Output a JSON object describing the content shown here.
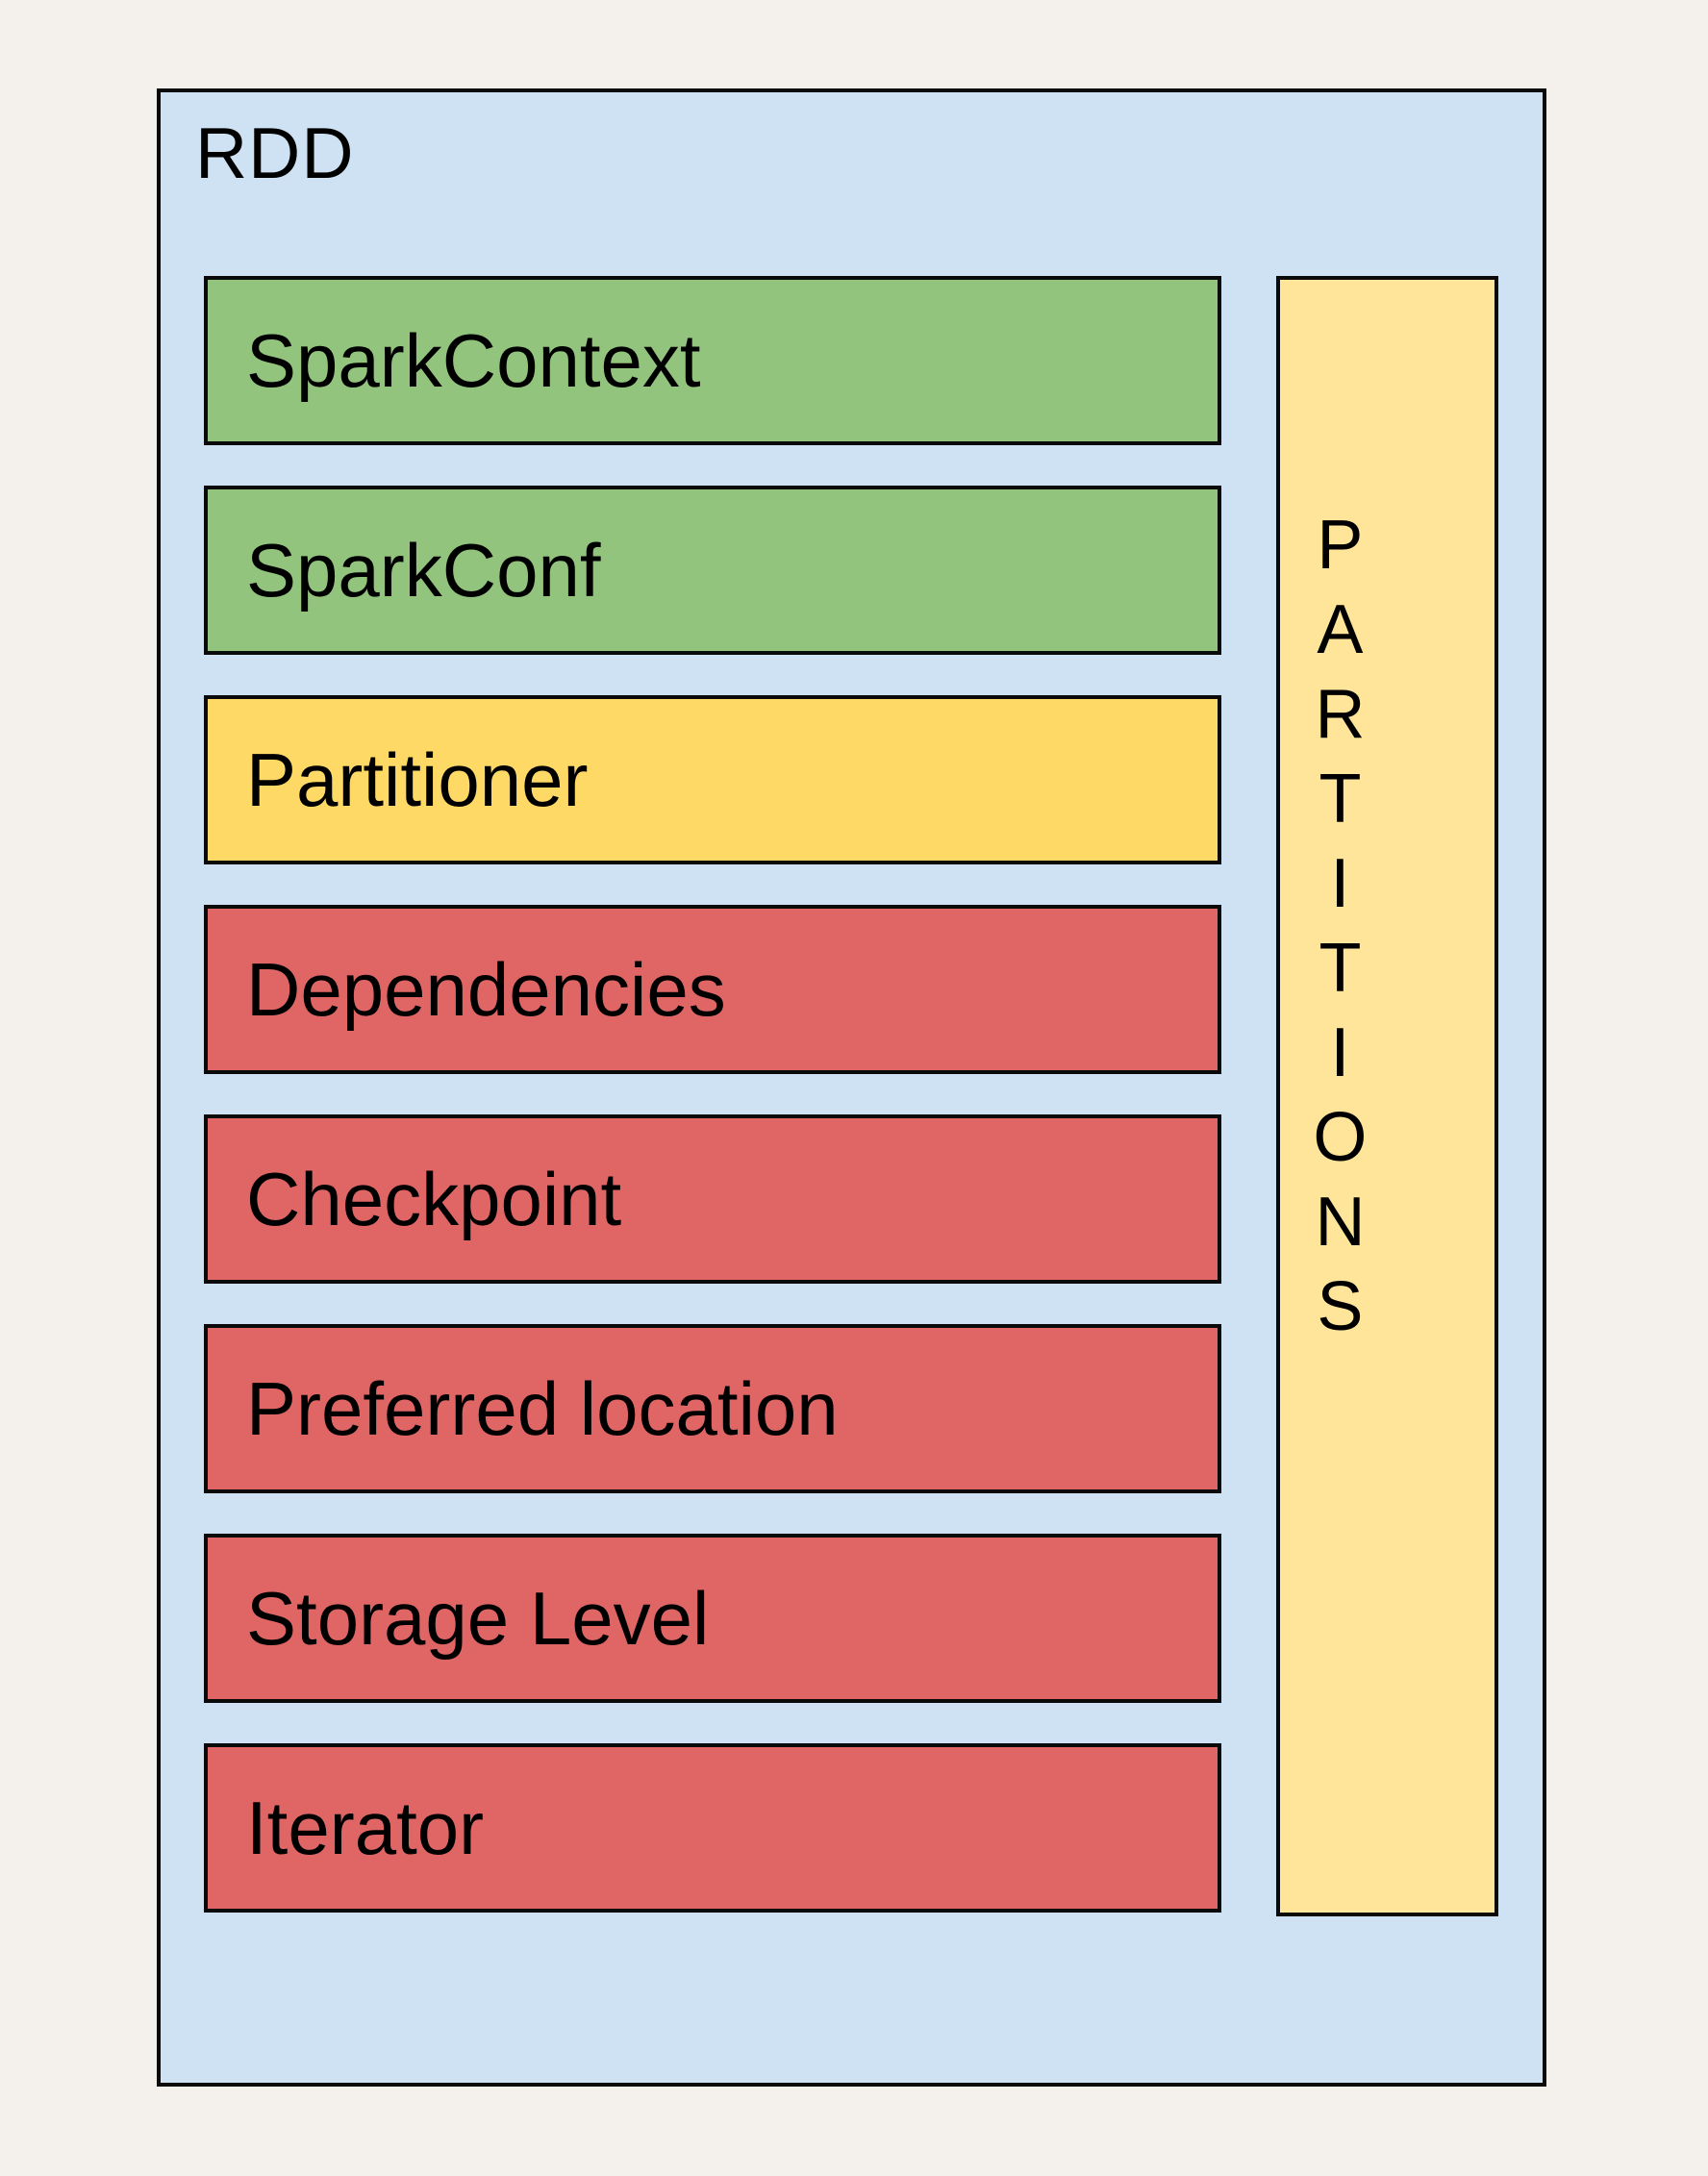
{
  "diagram": {
    "title": "RDD",
    "attributes": [
      {
        "label": "SparkContext",
        "fill": "#93c47d"
      },
      {
        "label": "SparkConf",
        "fill": "#93c47d"
      },
      {
        "label": "Partitioner",
        "fill": "#ffd966"
      },
      {
        "label": "Dependencies",
        "fill": "#e06666"
      },
      {
        "label": "Checkpoint",
        "fill": "#e06666"
      },
      {
        "label": "Preferred location",
        "fill": "#e06666"
      },
      {
        "label": "Storage Level",
        "fill": "#e06666"
      },
      {
        "label": "Iterator",
        "fill": "#e06666"
      }
    ],
    "partitions_column": {
      "label": "PARTITIONS",
      "fill": "#ffe599"
    },
    "colors": {
      "page_background": "#f4f1ec",
      "container_fill": "#cfe2f3",
      "border": "#0a0a0a",
      "text": "#000000"
    }
  }
}
